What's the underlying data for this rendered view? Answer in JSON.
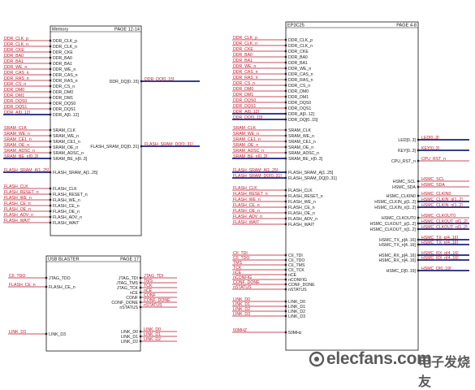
{
  "memory": {
    "name": "Memory",
    "page": "PAGE 12-14",
    "left_pins": [
      {
        "pin": "DDR_CLK_p",
        "net": "DDR_CLK_p"
      },
      {
        "pin": "DDR_CLK_n",
        "net": "DDR_CLK_n"
      },
      {
        "pin": "DDR_CKE",
        "net": "DDR_CKE"
      },
      {
        "pin": "DDR_BA0",
        "net": "DDR_BA0"
      },
      {
        "pin": "DDR_BA1",
        "net": "DDR_BA1"
      },
      {
        "pin": "DDR_WE_n",
        "net": "DDR_WE_n"
      },
      {
        "pin": "DDR_CAS_n",
        "net": "DDR_CAS_n"
      },
      {
        "pin": "DDR_RAS_n",
        "net": "DDR_RAS_n"
      },
      {
        "pin": "DDR_CS_n",
        "net": "DDR_CS_n"
      },
      {
        "pin": "DDR_DM0",
        "net": "DDR_DM0"
      },
      {
        "pin": "DDR_DM1",
        "net": "DDR_DM1"
      },
      {
        "pin": "DDR_DQS0",
        "net": "DDR_DQS0"
      },
      {
        "pin": "DDR_DQS1",
        "net": "DDR_DQS1"
      },
      {
        "pin": "DDR_A[0..12]",
        "net": "DDR_A[0..12]"
      },
      {
        "pin": "SRAM_CLK",
        "net": "SRAM_CLK"
      },
      {
        "pin": "SRAM_WE_n",
        "net": "SRAM_WE_n"
      },
      {
        "pin": "SRAM_CE1_n",
        "net": "SRAM_CE1_n"
      },
      {
        "pin": "SRAM_OE_n",
        "net": "SRAM_OE_n"
      },
      {
        "pin": "SRAM_ADSC_n",
        "net": "SRAM_ADSC_n"
      },
      {
        "pin": "SRAM_BE_n[0..3]",
        "net": "SRAM_BE_n[0..3]"
      },
      {
        "pin": "FLASH_SRAM_A[1..25]",
        "net": "FLASH_SRAM_A[1..25]"
      },
      {
        "pin": "FLASH_CLK",
        "net": "FLASH_CLK"
      },
      {
        "pin": "FLASH_RESET_n",
        "net": "FLASH_RESET_n"
      },
      {
        "pin": "FLASH_WE_n",
        "net": "FLASH_WE_n"
      },
      {
        "pin": "FLASH_CE_n",
        "net": "FLASH_CE_n"
      },
      {
        "pin": "FLASH_OE_n",
        "net": "FLASH_OE_n"
      },
      {
        "pin": "FLASH_ADV_n",
        "net": "FLASH_ADV_n"
      },
      {
        "pin": "FLASH_WAIT",
        "net": "FLASH_WAIT"
      }
    ],
    "right_pins": [
      {
        "pin": "DDR_DQ[0..15]",
        "net": "DDR_DQ[0..15]"
      },
      {
        "pin": "FLASH_SRAM_DQ[0..31]",
        "net": "FLASH_SRAM_DQ[0..31]"
      }
    ]
  },
  "usb": {
    "name": "USB BLASTER",
    "page": "PAGE 17",
    "left_pins": [
      {
        "pin": "JTAG_TDO",
        "net": "CII_TDO"
      },
      {
        "pin": "FLASH_CE_n",
        "net": "FLASH_CE_n"
      },
      {
        "pin": "LINK_D3",
        "net": "LINK_D3"
      }
    ],
    "right_pins": [
      {
        "pin": "JTAG_TDI",
        "net": "JTAG_TDI"
      },
      {
        "pin": "JTAG_TMS",
        "net": "TMS"
      },
      {
        "pin": "JTAG_TCK",
        "net": "TCK"
      },
      {
        "pin": "nCE",
        "net": "nCE"
      },
      {
        "pin": "CONF",
        "net": "CONF"
      },
      {
        "pin": "CONF_DONE",
        "net": "CONF_DONE"
      },
      {
        "pin": "nSTATUS",
        "net": "nSTATUS"
      },
      {
        "pin": "LINK_D0",
        "net": "LINK_D0"
      },
      {
        "pin": "LINK_D1",
        "net": "LINK_D1"
      },
      {
        "pin": "LINK_D2",
        "net": "LINK_D2"
      }
    ]
  },
  "fpga": {
    "name": "EP3C25",
    "page": "PAGE 4-8",
    "left_pins": [
      {
        "pin": "DDR_CLK_p",
        "net": "DDR_CLK_p"
      },
      {
        "pin": "DDR_CLK_n",
        "net": "DDR_CLK_n"
      },
      {
        "pin": "DDR_CKE",
        "net": "DDR_CKE"
      },
      {
        "pin": "DDR_BA0",
        "net": "DDR_BA0"
      },
      {
        "pin": "DDR_BA1",
        "net": "DDR_BA1"
      },
      {
        "pin": "DDR_WE_n",
        "net": "DDR_WE_n"
      },
      {
        "pin": "DDR_CAS_n",
        "net": "DDR_CAS_n"
      },
      {
        "pin": "DDR_RAS_n",
        "net": "DDR_RAS_n"
      },
      {
        "pin": "DDR_CS_n",
        "net": "DDR_CS_n"
      },
      {
        "pin": "DDR_DM0",
        "net": "DDR_DM0"
      },
      {
        "pin": "DDR_DM1",
        "net": "DDR_DM1"
      },
      {
        "pin": "DDR_DQS0",
        "net": "DDR_DQS0"
      },
      {
        "pin": "DDR_DQS1",
        "net": "DDR_DQS1"
      },
      {
        "pin": "DDR_A[0..12]",
        "net": "DDR_A[0..12]"
      },
      {
        "pin": "DDR_DQ[0..15]",
        "net": "DDR_DQ[0..15]"
      },
      {
        "pin": "SRAM_CLK",
        "net": "SRAM_CLK"
      },
      {
        "pin": "SRAM_WE_n",
        "net": "SRAM_WE_n"
      },
      {
        "pin": "SRAM_CE1_n",
        "net": "SRAM_CE1_n"
      },
      {
        "pin": "SRAM_OE_n",
        "net": "SRAM_OE_n"
      },
      {
        "pin": "SRAM_ADSC_n",
        "net": "SRAM_ADSC_n"
      },
      {
        "pin": "SRAM_BE_n[0..3]",
        "net": "SRAM_BE_n[0..3]"
      },
      {
        "pin": "FLASH_SRAM_A[1..25]",
        "net": "FLASH_SRAM_A[1..25]"
      },
      {
        "pin": "FLASH_SRAM_DQ[0..31]",
        "net": "FLASH_SRAM_DQ[0..31]"
      },
      {
        "pin": "FLASH_CLK",
        "net": "FLASH_CLK"
      },
      {
        "pin": "FLASH_RESET_n",
        "net": "FLASH_RESET_n"
      },
      {
        "pin": "FLASH_WE_n",
        "net": "FLASH_WE_n"
      },
      {
        "pin": "FLASH_CE_n",
        "net": "FLASH_CE_n"
      },
      {
        "pin": "FLASH_OE_n",
        "net": "FLASH_OE_n"
      },
      {
        "pin": "FLASH_ADV_n",
        "net": "FLASH_ADV_n"
      },
      {
        "pin": "FLASH_WAIT",
        "net": "FLASH_WAIT"
      },
      {
        "pin": "CII_TDI",
        "net": "CII_TDI"
      },
      {
        "pin": "CII_TDO",
        "net": "CII_TDO"
      },
      {
        "pin": "CII_TMS",
        "net": "TMS"
      },
      {
        "pin": "CII_TCK",
        "net": "TCK"
      },
      {
        "pin": "nCE",
        "net": "nCE"
      },
      {
        "pin": "nCONFIG",
        "net": "nCONFIG"
      },
      {
        "pin": "CONF_DONE",
        "net": "CONF_DONE"
      },
      {
        "pin": "nSTATUS",
        "net": "nSTATUS"
      },
      {
        "pin": "LINK_D0",
        "net": "LINK_D0"
      },
      {
        "pin": "LINK_D1",
        "net": "LINK_D1"
      },
      {
        "pin": "LINK_D2",
        "net": "LINK_D2"
      },
      {
        "pin": "LINK_D3",
        "net": "LINK_D3"
      },
      {
        "pin": "50MHz",
        "net": "50MHZ"
      }
    ],
    "right_pins": [
      {
        "pin": "LED[0..3]",
        "net": "LED[0..3]"
      },
      {
        "pin": "KEY[0..3]",
        "net": "KEY[0..3]"
      },
      {
        "pin": "CPU_RST_n",
        "net": "CPU_RST_n"
      },
      {
        "pin": "HSMC_SCL",
        "net": "HSMC_SCL"
      },
      {
        "pin": "HSMC_SDA",
        "net": "HSMC_SDA"
      },
      {
        "pin": "HSMC_CLKIN0",
        "net": "HSMC_CLKIN0"
      },
      {
        "pin": "HSMC_CLKIN_p[1..2]",
        "net": "HSMC_CLKIN_p[1..2]"
      },
      {
        "pin": "HSMC_CLKIN_n[1..2]",
        "net": "HSMC_CLKIN_n[1..2]"
      },
      {
        "pin": "HSMC_CLKOUT0",
        "net": "HSMC_CLKOUT0"
      },
      {
        "pin": "HSMC_CLKOUT_p[1..2]",
        "net": "HSMC_CLKOUT_p[1..2]"
      },
      {
        "pin": "HSMC_CLKOUT_n[1..2]",
        "net": "HSMC_CLKOUT_n[1..2]"
      },
      {
        "pin": "HSMC_TX_p[4..16]",
        "net": "HSMC_TX_p[4..16]"
      },
      {
        "pin": "HSMC_TX_n[4..16]",
        "net": "HSMC_TX_n[4..16]"
      },
      {
        "pin": "HSMC_RX_p[4..16]",
        "net": "HSMC_RX_p[4..16]"
      },
      {
        "pin": "HSMC_RX_n[4..16]",
        "net": "HSMC_RX_n[4..16]"
      },
      {
        "pin": "HSMC_D[0..19]",
        "net": "HSMC_D[0..19]"
      }
    ]
  },
  "watermark": {
    "text": "elecfans.com",
    "cn": "电子发烧友"
  },
  "colors": {
    "net_label": "#c0182a",
    "bus": "#1a237e",
    "outline": "#111111"
  }
}
